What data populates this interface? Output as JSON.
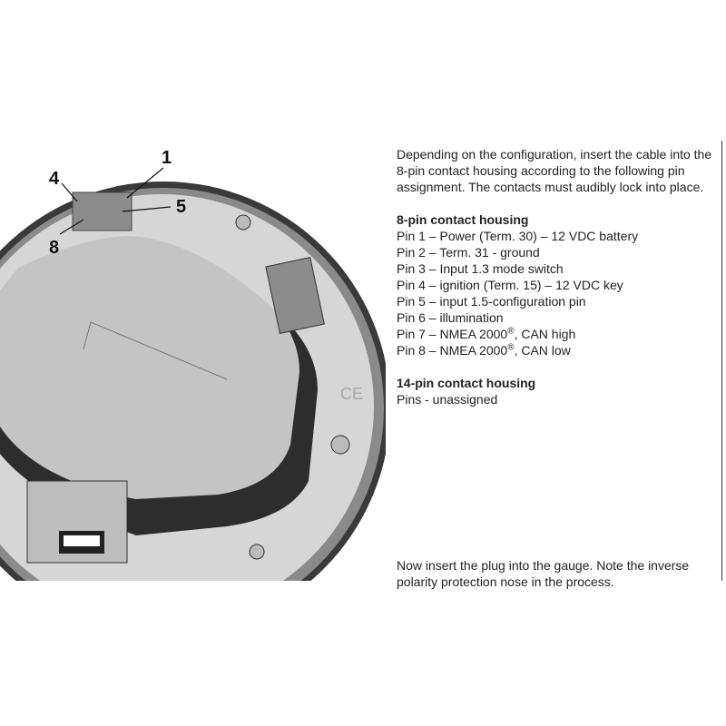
{
  "figure": {
    "callouts": [
      "1",
      "4",
      "5",
      "8"
    ],
    "marking": "CE"
  },
  "intro": "Depending on the configuration, insert the cable into the 8-pin contact housing according to the following pin assignment. The contacts must audibly lock into place.",
  "housing8": {
    "heading": "8-pin contact housing",
    "pins": [
      "Pin 1 – Power (Term. 30) – 12 VDC battery",
      "Pin 2 – Term. 31 - ground",
      "Pin 3 – Input 1.3 mode switch",
      "Pin 4 – ignition (Term. 15) – 12 VDC key",
      "Pin 5 – input 1.5-configuration pin",
      "Pin 6 – illumination"
    ],
    "pin7_prefix": "Pin 7 – NMEA 2000",
    "pin7_suffix": ", CAN high",
    "pin8_prefix": "Pin 8 – NMEA 2000",
    "pin8_suffix": ", CAN low",
    "registered": "®"
  },
  "housing14": {
    "heading": "14-pin contact housing",
    "text": "Pins - unassigned"
  },
  "footer": "Now insert the plug into the gauge. Note the inverse polarity protection nose in the process."
}
